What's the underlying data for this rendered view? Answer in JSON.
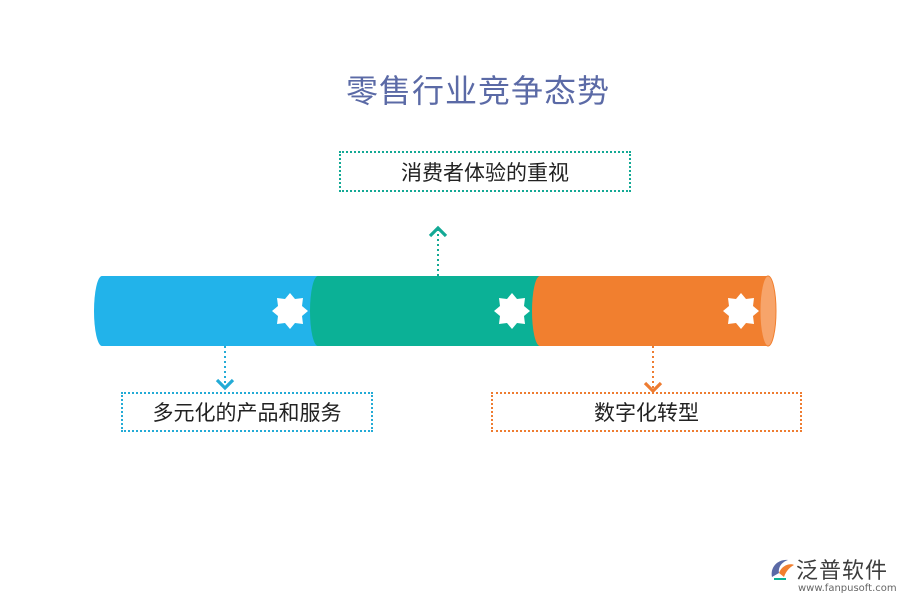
{
  "title": "零售行业竞争态势",
  "items": {
    "top": "消费者体验的重视",
    "left": "多元化的产品和服务",
    "right": "数字化转型"
  },
  "colors": {
    "title": "#5b6aa6",
    "blue": "#22b3ea",
    "green": "#0bb196",
    "orange": "#f17f2f"
  },
  "logo": {
    "name": "泛普软件",
    "url": "www.fanpusoft.com"
  }
}
